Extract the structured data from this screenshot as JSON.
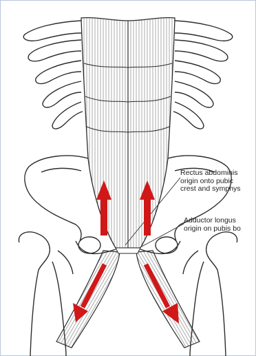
{
  "labels": {
    "rectus_line1": "Rectus abdominis",
    "rectus_line2": "origin onto pubic",
    "rectus_line3": "crest and symphys",
    "adductor_line1": "Adductor longus",
    "adductor_line2": "origin on pubis bo"
  },
  "colors": {
    "arrow": "#d01818",
    "ink": "#2b2b2b",
    "frame": "#b9c7d8"
  },
  "arrows": [
    {
      "direction": "up",
      "muscle": "rectus abdominis"
    },
    {
      "direction": "up",
      "muscle": "rectus abdominis"
    },
    {
      "direction": "down",
      "muscle": "adductor longus"
    },
    {
      "direction": "down",
      "muscle": "adductor longus"
    }
  ]
}
